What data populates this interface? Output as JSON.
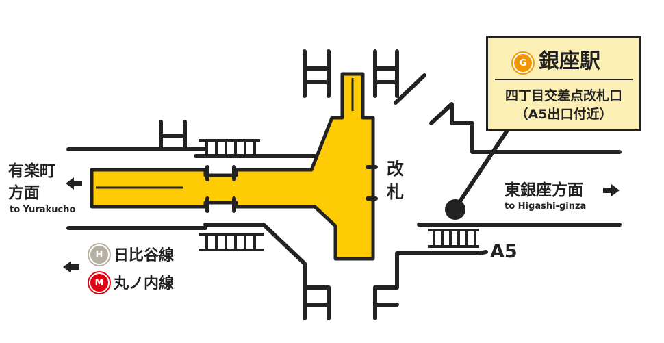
{
  "station": {
    "line_letter": "G",
    "name": "銀座駅",
    "gate_name": "四丁目交差点改札口",
    "gate_note": "（A5出口付近）"
  },
  "labels": {
    "gate_line1": "改",
    "gate_line2": "札",
    "exit_code": "A5",
    "west_line1": "有楽町",
    "west_line2": "方面",
    "west_en": "to Yurakucho",
    "east": "東銀座方面",
    "east_en": "to Higashi-ginza"
  },
  "transfers": [
    {
      "letter": "H",
      "name": "日比谷線",
      "color": "#b5b0a1"
    },
    {
      "letter": "M",
      "name": "丸ノ内線",
      "color": "#e60012"
    }
  ],
  "colors": {
    "passage": "#ffcb05",
    "ginza_line": "#f39700",
    "callout_bg": "#fcefb5",
    "ink": "#222222"
  }
}
